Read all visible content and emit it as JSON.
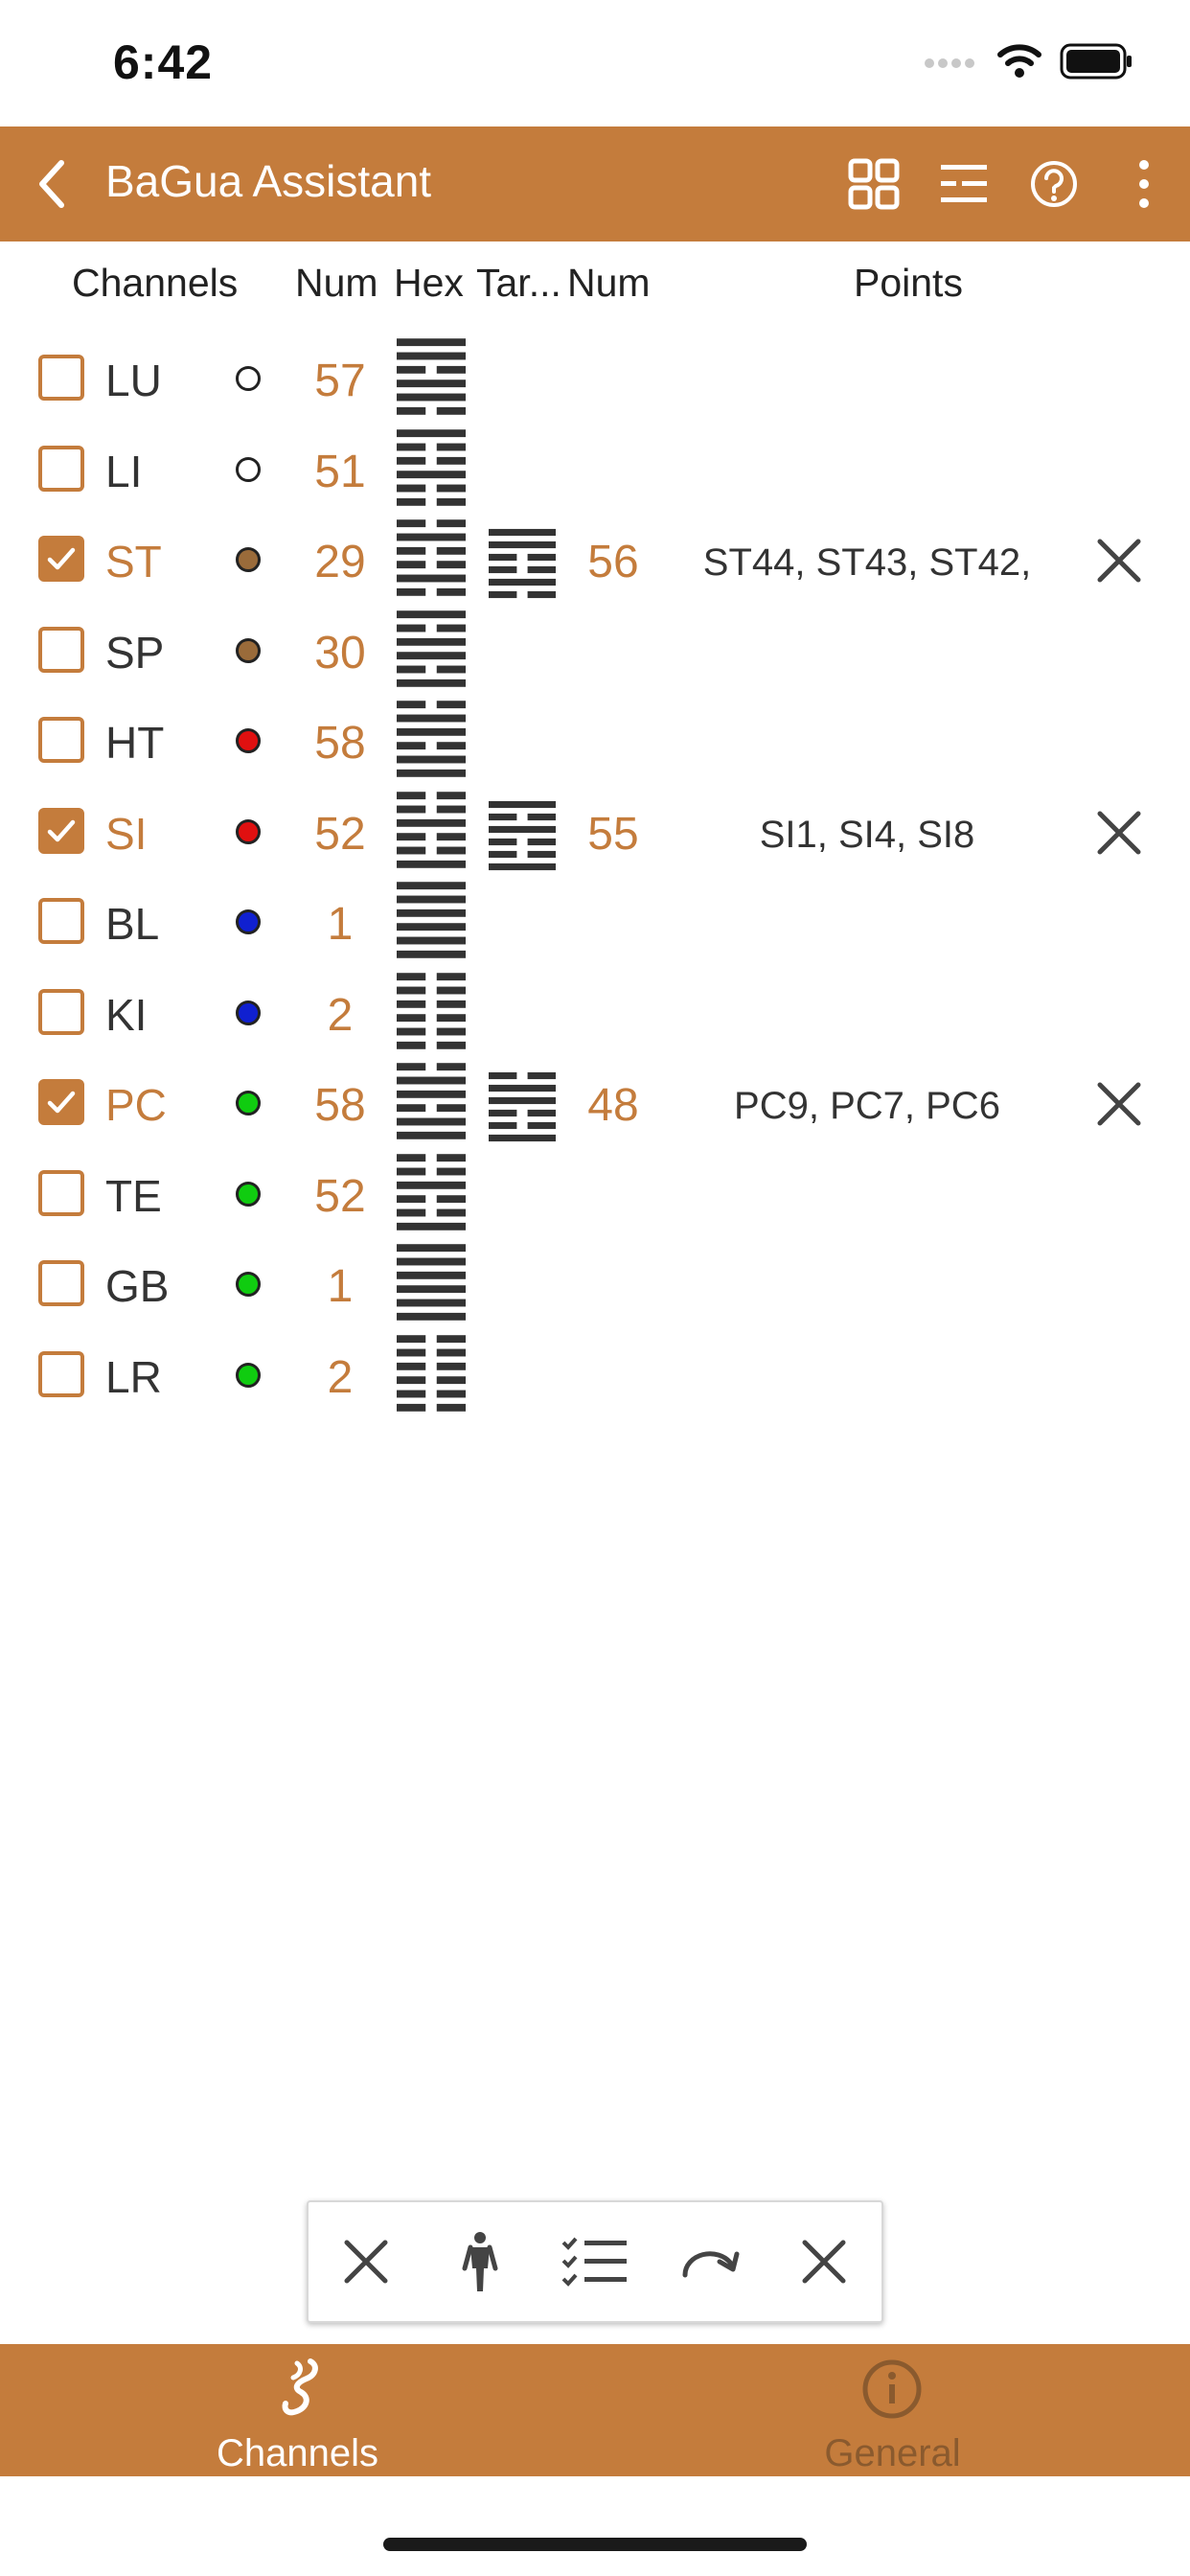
{
  "status": {
    "time": "6:42"
  },
  "nav": {
    "title": "BaGua Assistant"
  },
  "headers": {
    "channels": "Channels",
    "num": "Num",
    "hex": "Hex",
    "target": "Tar...",
    "target_num": "Num",
    "points": "Points"
  },
  "colors": {
    "accent": "#c47c3c",
    "metal": "#ffffff",
    "earth": "#9a6b3a",
    "fire": "#e01010",
    "water": "#1020d0",
    "wood": "#10cc10"
  },
  "rows": [
    {
      "abbr": "LU",
      "checked": false,
      "dot": "#ffffff",
      "num": "57",
      "lines": [
        1,
        1,
        0,
        1,
        1,
        0
      ],
      "target": null,
      "target_num": "",
      "points": ""
    },
    {
      "abbr": "LI",
      "checked": false,
      "dot": "#ffffff",
      "num": "51",
      "lines": [
        1,
        0,
        0,
        1,
        0,
        0
      ],
      "target": null,
      "target_num": "",
      "points": ""
    },
    {
      "abbr": "ST",
      "checked": true,
      "dot": "#9a6b3a",
      "num": "29",
      "lines": [
        0,
        1,
        0,
        0,
        1,
        0
      ],
      "target": [
        1,
        1,
        0,
        0,
        1,
        0
      ],
      "target_num": "56",
      "points": "ST44, ST43, ST42,"
    },
    {
      "abbr": "SP",
      "checked": false,
      "dot": "#9a6b3a",
      "num": "30",
      "lines": [
        1,
        0,
        1,
        1,
        0,
        1
      ],
      "target": null,
      "target_num": "",
      "points": ""
    },
    {
      "abbr": "HT",
      "checked": false,
      "dot": "#e01010",
      "num": "58",
      "lines": [
        0,
        1,
        1,
        0,
        1,
        1
      ],
      "target": null,
      "target_num": "",
      "points": ""
    },
    {
      "abbr": "SI",
      "checked": true,
      "dot": "#e01010",
      "num": "52",
      "lines": [
        0,
        0,
        1,
        0,
        0,
        1
      ],
      "target": [
        1,
        0,
        1,
        0,
        0,
        1
      ],
      "target_num": "55",
      "points": "SI1, SI4, SI8"
    },
    {
      "abbr": "BL",
      "checked": false,
      "dot": "#1020d0",
      "num": "1",
      "lines": [
        1,
        1,
        1,
        1,
        1,
        1
      ],
      "target": null,
      "target_num": "",
      "points": ""
    },
    {
      "abbr": "KI",
      "checked": false,
      "dot": "#1020d0",
      "num": "2",
      "lines": [
        0,
        0,
        0,
        0,
        0,
        0
      ],
      "target": null,
      "target_num": "",
      "points": ""
    },
    {
      "abbr": "PC",
      "checked": true,
      "dot": "#10cc10",
      "num": "58",
      "lines": [
        0,
        1,
        1,
        0,
        1,
        1
      ],
      "target": [
        0,
        1,
        1,
        0,
        0,
        1
      ],
      "target_num": "48",
      "points": "PC9, PC7, PC6"
    },
    {
      "abbr": "TE",
      "checked": false,
      "dot": "#10cc10",
      "num": "52",
      "lines": [
        0,
        0,
        1,
        0,
        0,
        1
      ],
      "target": null,
      "target_num": "",
      "points": ""
    },
    {
      "abbr": "GB",
      "checked": false,
      "dot": "#10cc10",
      "num": "1",
      "lines": [
        1,
        1,
        1,
        1,
        1,
        1
      ],
      "target": null,
      "target_num": "",
      "points": ""
    },
    {
      "abbr": "LR",
      "checked": false,
      "dot": "#10cc10",
      "num": "2",
      "lines": [
        0,
        0,
        0,
        0,
        0,
        0
      ],
      "target": null,
      "target_num": "",
      "points": ""
    }
  ],
  "toolbar": {
    "icons": [
      "clear-x-icon",
      "person-icon",
      "checklist-icon",
      "redo-arrow-icon",
      "close-x-icon"
    ]
  },
  "tabs": [
    {
      "label": "Channels",
      "icon": "channels-wave-icon",
      "active": true
    },
    {
      "label": "General",
      "icon": "info-icon",
      "active": false
    }
  ]
}
